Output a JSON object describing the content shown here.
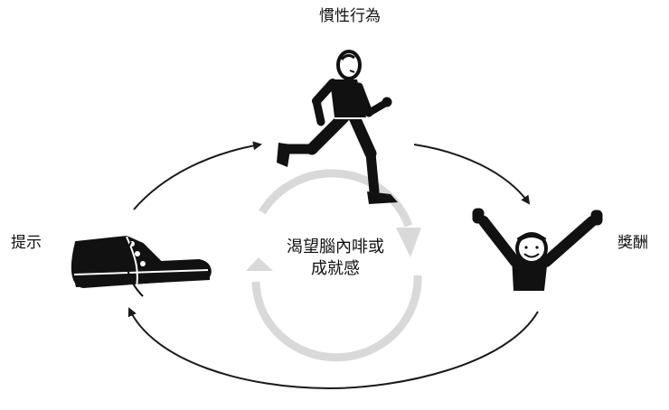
{
  "nodes": {
    "top": "慣性行為",
    "left": "提示",
    "right": "獎酬"
  },
  "center": {
    "line1": "渴望腦內啡或",
    "line2": "成就感"
  },
  "icons": {
    "top": "running-person-icon",
    "left": "sneaker-icon",
    "right": "cheering-person-icon",
    "center": "cycle-arrows-icon"
  },
  "colors": {
    "ink": "#111111",
    "cycle_gray": "#d9d9d9",
    "arrow": "#1a1a1a"
  }
}
